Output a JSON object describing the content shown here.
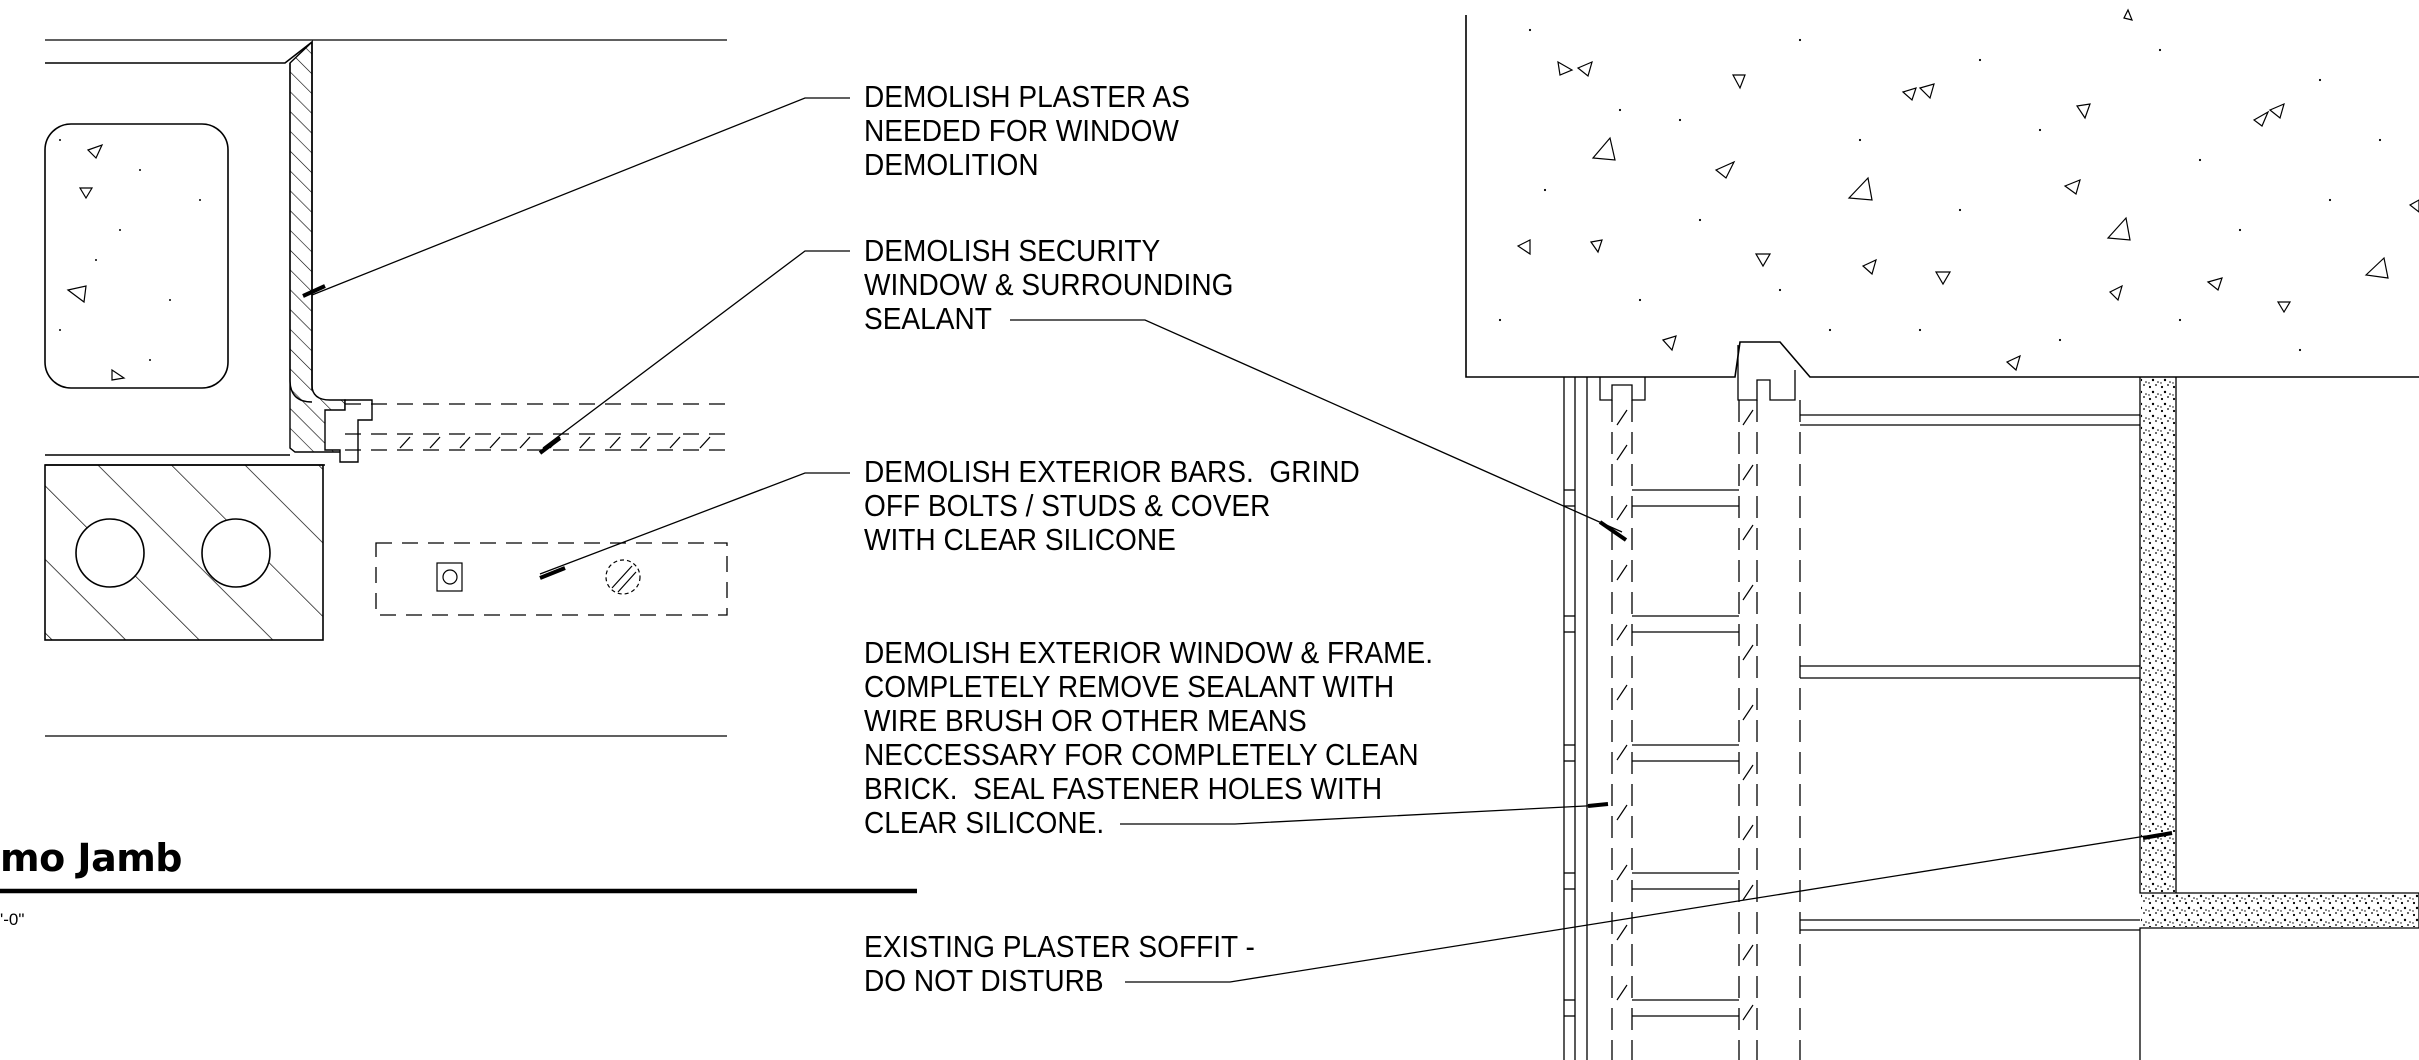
{
  "notes": {
    "plaster": "DEMOLISH PLASTER AS\nNEEDED FOR WINDOW\nDEMOLITION",
    "security": "DEMOLISH SECURITY\nWINDOW & SURROUNDING\nSEALANT",
    "bars": "DEMOLISH EXTERIOR BARS.  GRIND\nOFF BOLTS / STUDS & COVER\nWITH CLEAR SILICONE",
    "window": "DEMOLISH EXTERIOR WINDOW & FRAME.\nCOMPLETELY REMOVE SEALANT WITH\nWIRE BRUSH OR OTHER MEANS\nNECCESSARY FOR COMPLETELY CLEAN\nBRICK.  SEAL FASTENER HOLES WITH\nCLEAR SILICONE.",
    "soffit": "EXISTING PLASTER SOFFIT -\nDO NOT DISTURB"
  },
  "detail_title": "mo Jamb",
  "detail_scale": "'-0\""
}
